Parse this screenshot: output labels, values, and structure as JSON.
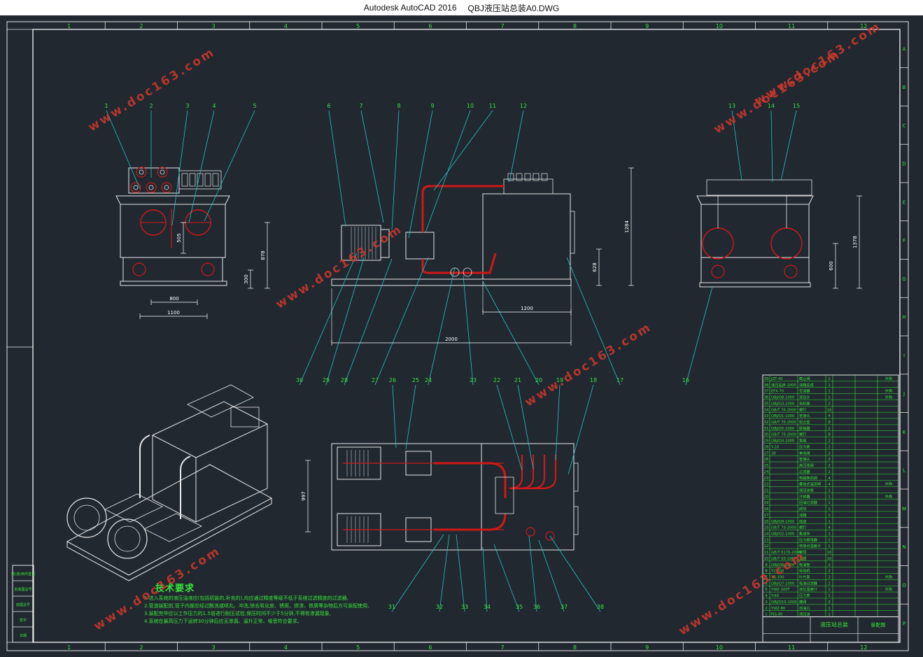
{
  "window": {
    "app_title": "Autodesk AutoCAD 2016",
    "file_name": "QBJ液压站总装A0.DWG"
  },
  "colors": {
    "background": "#212830",
    "frame": "#e8e8e8",
    "dimension": "#ffffff",
    "leader": "#1fc6c6",
    "text": "#39e639",
    "pipe": "#d01818",
    "watermark": "#d0382c"
  },
  "grid": {
    "columns": [
      "1",
      "2",
      "3",
      "4",
      "5",
      "6",
      "7",
      "8",
      "9",
      "10",
      "11",
      "12"
    ],
    "rows": [
      "A",
      "B",
      "C",
      "D",
      "E",
      "F",
      "G",
      "H",
      "I",
      "J",
      "K",
      "L",
      "M",
      "N",
      "O",
      "P"
    ]
  },
  "balloons": {
    "front_top": [
      "1",
      "2",
      "3",
      "4",
      "5"
    ],
    "side_top": [
      "6",
      "7",
      "8",
      "9",
      "10",
      "11",
      "12"
    ],
    "right_top": [
      "13",
      "14",
      "15"
    ],
    "middle_row": [
      "30",
      "29",
      "28",
      "27",
      "26",
      "25",
      "24",
      "23",
      "22",
      "21",
      "20",
      "19",
      "18",
      "17",
      "16"
    ],
    "bottom_row": [
      "31",
      "32",
      "33",
      "34",
      "35",
      "36",
      "37",
      "38"
    ]
  },
  "dimensions": {
    "front_width": "1100",
    "front_inner": "800",
    "front_height": "878",
    "front_base": "300",
    "front_mid": "505",
    "side_tank": "1200",
    "side_overall": "2000",
    "side_height": "1284",
    "side_low": "628",
    "right_height": "1378",
    "right_low": "600",
    "plan_width": "997"
  },
  "technical": {
    "title": "技术要求",
    "lines": [
      "1.进入系统的液压油液应(包括初装的,补充的),均应通过精度等级不低于系统过滤精度的过滤器,",
      "2.管道装配前,管子内部应经过酸洗或喷丸、冲洗,除去氧化皮、锈斑、焊渣、铁屑等杂物后方可装配使用,",
      "3.装配完毕应以工作压力的1.5倍进行耐压试验,保压时间不少于5分钟,不得有渗漏现象,",
      "4.系统在最高压力下运转30分钟后应无渗漏、温升正常、噪音符合要求。"
    ]
  },
  "bom": {
    "rows": [
      [
        "39",
        "JZF-40",
        "截止阀",
        "1",
        "外购"
      ],
      [
        "38",
        "液压站JB-1000",
        "油箱总成",
        "1",
        ""
      ],
      [
        "37",
        "EFX-70",
        "空滤器",
        "1",
        "外购"
      ],
      [
        "36",
        "QBJ/Q8-1000",
        "液位计",
        "1",
        "外购"
      ],
      [
        "35",
        "QBJ/Q3-1000",
        "电机座",
        "2",
        ""
      ],
      [
        "34",
        "GB/T 70-2000",
        "螺钉",
        "16",
        ""
      ],
      [
        "33",
        "QBJ/Q1-1000",
        "管接头",
        "4",
        ""
      ],
      [
        "32",
        "GB/T 70-2000",
        "组合垫",
        "8",
        ""
      ],
      [
        "31",
        "QBJ/Q5-1000",
        "联轴器",
        "2",
        ""
      ],
      [
        "30",
        "GB/T 70-2000",
        "螺钉",
        "8",
        ""
      ],
      [
        "29",
        "QBJ/Q4-1000",
        "泵座",
        "2",
        ""
      ],
      [
        "28",
        "Y-20",
        "压力表",
        "2",
        ""
      ],
      [
        "27",
        "28",
        "单向阀",
        "2",
        ""
      ],
      [
        "26",
        "",
        "管接头",
        "2",
        ""
      ],
      [
        "25",
        "",
        "高压球阀",
        "2",
        ""
      ],
      [
        "24",
        "",
        "过滤器",
        "2",
        ""
      ],
      [
        "23",
        "",
        "电磁换向阀",
        "4",
        ""
      ],
      [
        "22",
        "",
        "叠加式溢流阀",
        "4",
        "外购"
      ],
      [
        "21",
        "",
        "液压油管",
        "1",
        ""
      ],
      [
        "20",
        "",
        "冷却器",
        "1",
        "外购"
      ],
      [
        "19",
        "",
        "回油过滤器",
        "1",
        ""
      ],
      [
        "18",
        "",
        "阀块",
        "1",
        ""
      ],
      [
        "17",
        "",
        "油箱",
        "1",
        ""
      ],
      [
        "16",
        "QBJ/Q9-1000",
        "底座",
        "1",
        ""
      ],
      [
        "15",
        "GB/T 70-2000",
        "螺钉",
        "4",
        ""
      ],
      [
        "14",
        "QBJ/Q2-1000",
        "集成块",
        "1",
        ""
      ],
      [
        "13",
        "",
        "压力继电器",
        "2",
        ""
      ],
      [
        "12",
        "",
        "电接点温度计",
        "1",
        ""
      ],
      [
        "11",
        "GB/T 6170-2000",
        "螺母",
        "16",
        ""
      ],
      [
        "10",
        "GB/T 93-1987",
        "垫圈",
        "16",
        ""
      ],
      [
        "9",
        "QBJ/Q6-1000",
        "吸油管",
        "2",
        ""
      ],
      [
        "8",
        "Y2-200",
        "电动机",
        "2",
        ""
      ],
      [
        "7",
        "YB-100",
        "叶片泵",
        "2",
        "外购"
      ],
      [
        "6",
        "QBJ/Q7-1000",
        "吸油过滤器",
        "2",
        ""
      ],
      [
        "5",
        "YWZ-100T",
        "液位温度计",
        "1",
        "外购"
      ],
      [
        "4",
        "Y-60",
        "压力表",
        "1",
        ""
      ],
      [
        "3",
        "QBJ/Q10-1000",
        "蝶阀",
        "2",
        ""
      ],
      [
        "2",
        "YWZ-80",
        "加油口",
        "1",
        ""
      ],
      [
        "1",
        "PJS-80",
        "液压油",
        "1",
        ""
      ]
    ],
    "title_cell": "液压站总装",
    "company_cell": "装配图"
  },
  "revision_labels": [
    "借(通)用件登记",
    "旧底图总号",
    "底图总号",
    "签字",
    "日期"
  ],
  "watermark": "www.doc163.com"
}
